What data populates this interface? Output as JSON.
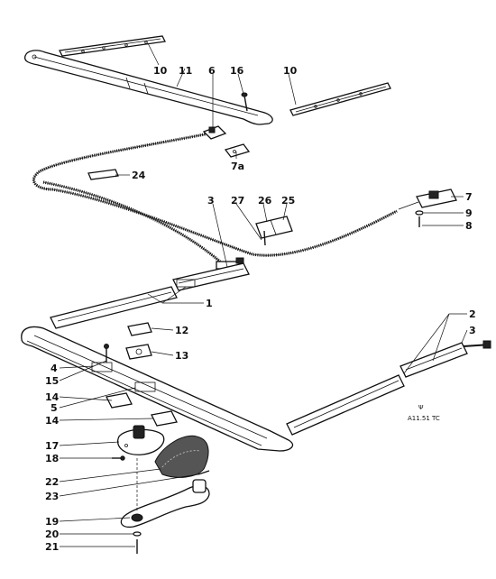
{
  "callouts": {
    "c10a": "10",
    "c11": "11",
    "c6": "6",
    "c16": "16",
    "c10b": "10",
    "c7a": "7a",
    "c24": "24",
    "c7": "7",
    "c9": "9",
    "c8": "8",
    "c3a": "3",
    "c27": "27",
    "c26": "26",
    "c25": "25",
    "c1": "1",
    "c12": "12",
    "c13": "13",
    "c2": "2",
    "c3b": "3",
    "c4": "4",
    "c15": "15",
    "c14a": "14",
    "c5": "5",
    "c14b": "14",
    "c17": "17",
    "c18": "18",
    "c22": "22",
    "c23": "23",
    "c19": "19",
    "c20": "20",
    "c21": "21"
  },
  "reference": {
    "symbol": "Ψ",
    "code": "A11.51 TC"
  }
}
